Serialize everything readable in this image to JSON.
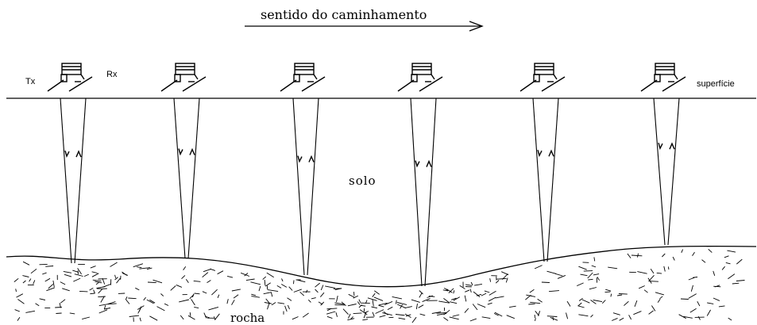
{
  "labels": {
    "direction": "sentido do caminhamento",
    "tx": "Tx",
    "rx": "Rx",
    "surface": "superfície",
    "soil": "solo",
    "rock": "rocha"
  },
  "colors": {
    "ink": "#000000",
    "background": "#ffffff"
  },
  "antenna_count": 6
}
